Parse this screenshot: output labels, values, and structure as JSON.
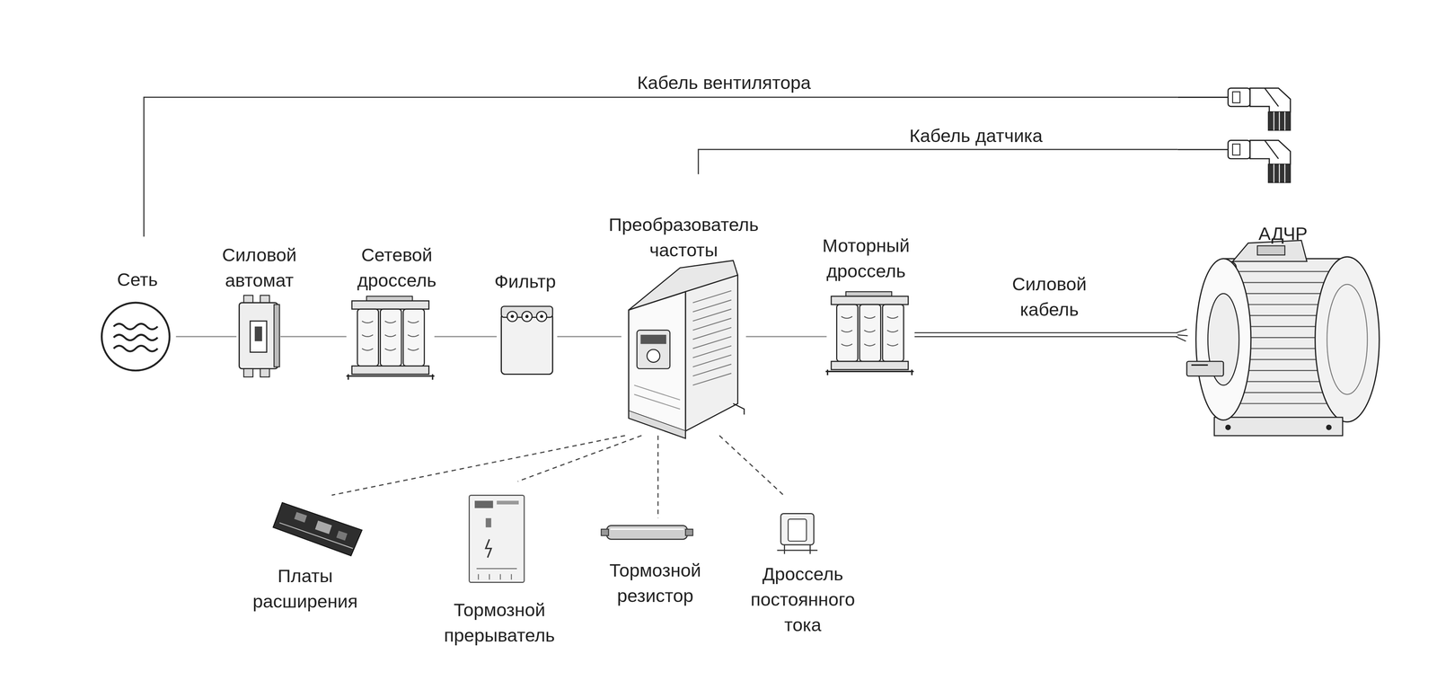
{
  "diagram": {
    "nodes": [
      {
        "text": [
          "Сеть"
        ]
      },
      {
        "text": [
          "Силовой автомат"
        ]
      },
      {
        "text": [
          "Сетевой дроссель"
        ]
      },
      {
        "text": [
          "Фильтр"
        ]
      },
      {
        "text": [
          "Преобразователь частоты"
        ]
      },
      {
        "text": [
          "Моторный дроссель"
        ]
      },
      {
        "text": [
          "АДЧР"
        ]
      },
      {
        "text": [
          "Платы расширения"
        ]
      },
      {
        "text": [
          "Тормозной прерыватель"
        ]
      },
      {
        "text": [
          "Тормозной резистор"
        ]
      },
      {
        "text": [
          "Дроссель постоянного тока"
        ]
      }
    ],
    "edges": [
      {
        "from": 0,
        "to": 1,
        "arrow": "none"
      },
      {
        "from": 1,
        "to": 2,
        "arrow": "none"
      },
      {
        "from": 2,
        "to": 3,
        "arrow": "none"
      },
      {
        "from": 3,
        "to": 4,
        "arrow": "none"
      },
      {
        "from": 4,
        "to": 5,
        "arrow": "none"
      },
      {
        "from": 5,
        "to": 6,
        "label": "Силовой кабель",
        "arrow": "none"
      },
      {
        "from": 0,
        "to": 6,
        "label": "Кабель вентилятора",
        "arrow": "none"
      },
      {
        "from": 4,
        "to": 6,
        "label": "Кабель датчика",
        "arrow": "none"
      },
      {
        "from": 4,
        "to": 7,
        "arrow": "none"
      },
      {
        "from": 4,
        "to": 8,
        "arrow": "none"
      },
      {
        "from": 4,
        "to": 9,
        "arrow": "none"
      },
      {
        "from": 4,
        "to": 10,
        "arrow": "none"
      }
    ]
  }
}
